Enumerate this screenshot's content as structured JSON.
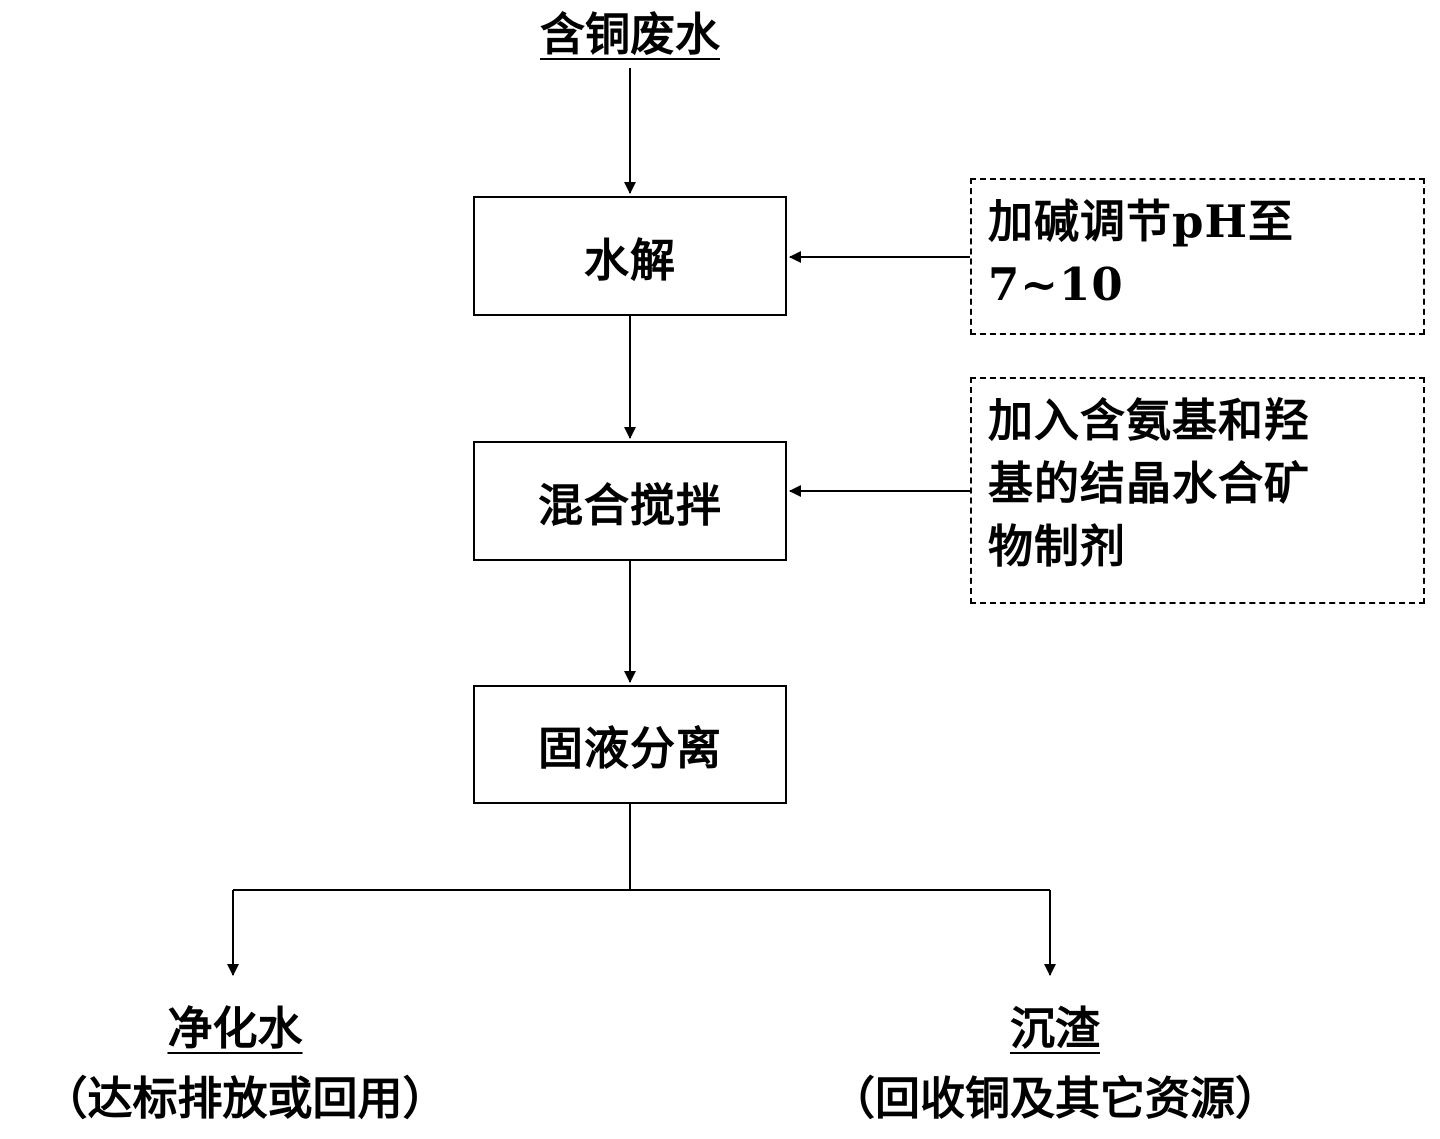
{
  "source": {
    "label": "含铜废水"
  },
  "steps": [
    {
      "label": "水解"
    },
    {
      "label": "混合搅拌"
    },
    {
      "label": "固液分离"
    }
  ],
  "notes": [
    {
      "lines": [
        "加碱调节pH至",
        "7~10"
      ]
    },
    {
      "lines": [
        "加入含氨基和羟",
        "基的结晶水合矿",
        "物制剂"
      ]
    }
  ],
  "outputs": {
    "left": {
      "label": "净化水",
      "note": "（达标排放或回用）"
    },
    "right": {
      "label": "沉渣",
      "note": "（回收铜及其它资源）"
    }
  }
}
